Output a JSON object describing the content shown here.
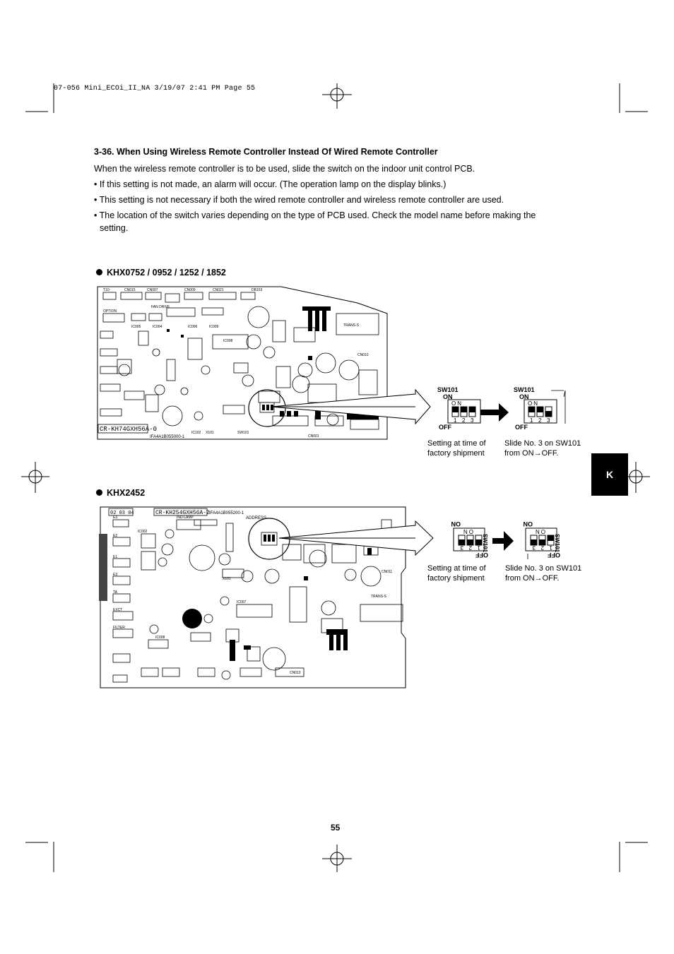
{
  "header": {
    "print_line": "07-056 Mini_ECOi_II_NA  3/19/07  2:41 PM  Page 55"
  },
  "section": {
    "title": "3-36.  When Using Wireless Remote Controller Instead Of Wired Remote Controller",
    "intro": "When the wireless remote controller is to be used, slide the switch on the indoor unit control PCB.",
    "bullets": [
      "• If this setting is not made, an alarm will occur. (The operation lamp on the display blinks.)",
      "• This setting is not necessary if both the wired remote controller and wireless remote controller are used.",
      "• The location of the switch varies depending on the type of PCB used. Check the model name before making the",
      "setting."
    ]
  },
  "figure1": {
    "model_label": "KHX0752 / 0952 / 1252 / 1852",
    "pcb_label": "CR-KH74GXH56A-0",
    "pcb_part": "IFA4A1B055000-1",
    "sw_name": "SW101",
    "on_label": "ON",
    "off_label": "OFF",
    "on_text": "ON",
    "numbers": [
      "1",
      "2",
      "3"
    ],
    "caption_left": [
      "Setting at time of",
      "factory shipment"
    ],
    "caption_right_1": "Slide No. 3 on SW101",
    "caption_right_2a": "from ON",
    "caption_right_2b": "OFF."
  },
  "figure2": {
    "model_label": "KHX2452",
    "pcb_label": "CR-KH254GXH56A-2",
    "pcb_part": "IFA4A1B055200-1",
    "pcb_code": "02 03 04",
    "address_label": "ADDRESS",
    "sw_name": "SW101",
    "on_label": "ON",
    "off_label": "OFF",
    "on_text": "ON",
    "numbers": [
      "3",
      "2",
      "1"
    ],
    "caption_left": [
      "Setting at time of",
      "factory shipment"
    ],
    "caption_right_1": "Slide No. 3 on SW101",
    "caption_right_2a": "from ON",
    "caption_right_2b": "OFF."
  },
  "side_tab": "K",
  "page_number": "55"
}
